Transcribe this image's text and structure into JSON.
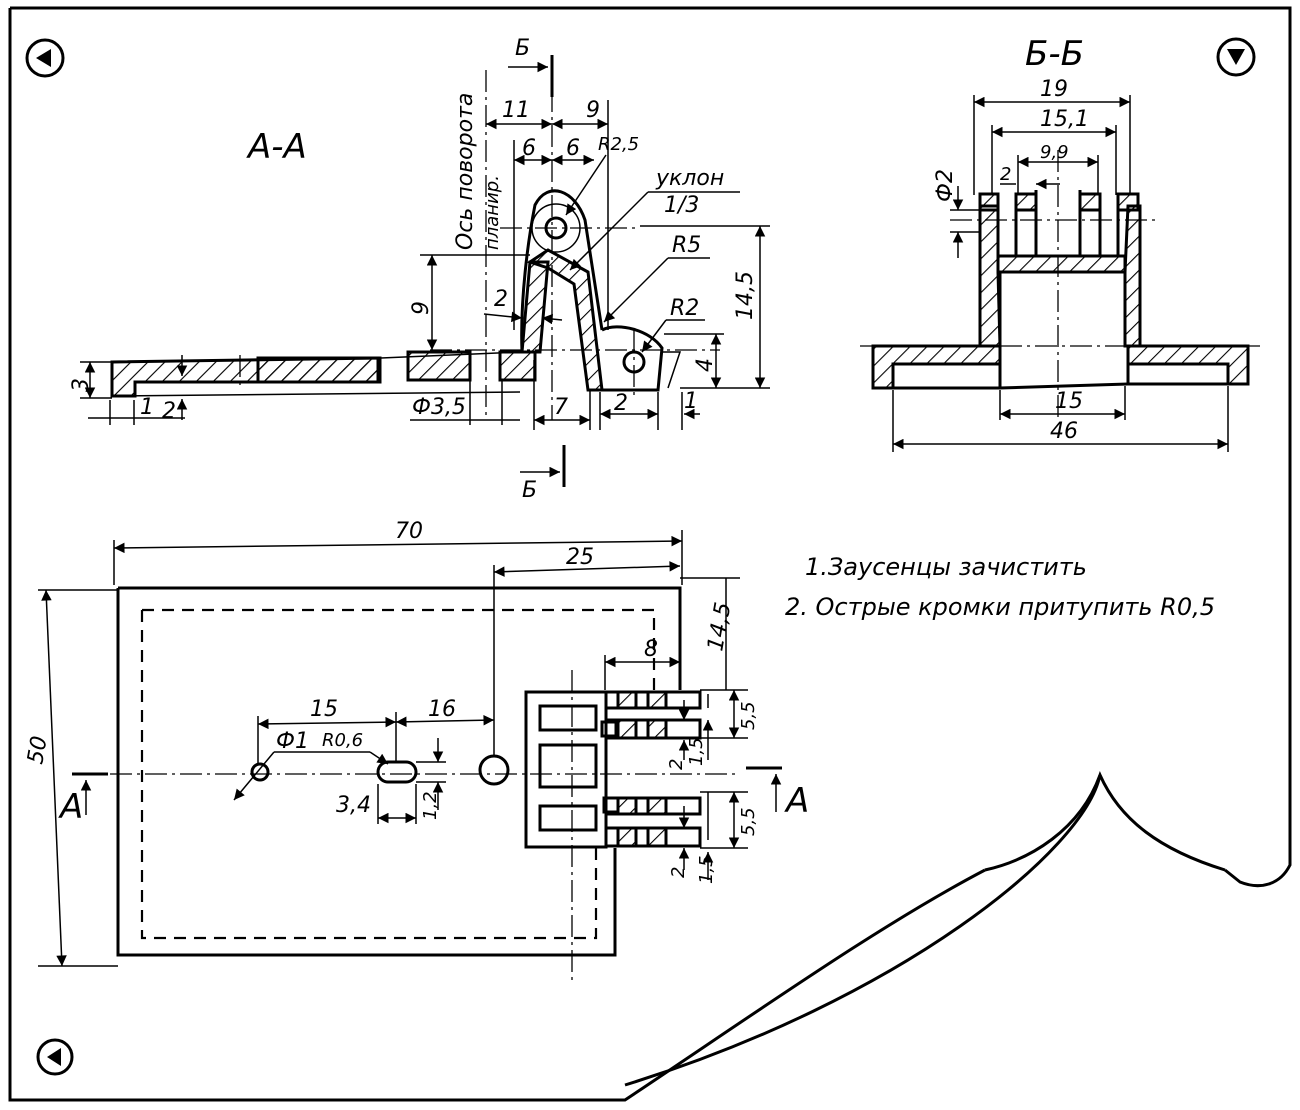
{
  "sections": {
    "aa": {
      "title": "А-А"
    },
    "bb": {
      "title": "Б-Б"
    }
  },
  "labels": {
    "axis_note_1": "Ось поворота",
    "axis_note_2": "планир.",
    "slope_word": "уклон",
    "slope_value": "1/3",
    "cut_b_top": "Б",
    "cut_b_bottom": "Б",
    "cut_a_left": "А",
    "cut_a_right": "А"
  },
  "dims_aa": {
    "d11": "11",
    "d9_top": "9",
    "d6a": "6",
    "d6b": "6",
    "r25": "R2,5",
    "r5": "R5",
    "r2": "R2",
    "d9_left": "9",
    "d2_mid": "2",
    "d145": "14,5",
    "d4": "4",
    "d3": "3",
    "d1_left": "1",
    "d2_left": "2",
    "phi35": "Ф3,5",
    "d7": "7",
    "d2_bot": "2",
    "d1_right": "1"
  },
  "dims_bb": {
    "d19": "19",
    "d151": "15,1",
    "d99": "9,9",
    "d2": "2",
    "phi2": "Ф2",
    "d15": "15",
    "d46": "46"
  },
  "dims_plan": {
    "d70": "70",
    "d25": "25",
    "d145": "14,5",
    "d8": "8",
    "d50": "50",
    "d15": "15",
    "d16": "16",
    "phi1": "Ф1",
    "r06": "R0,6",
    "d34": "3,4",
    "d12": "1,2",
    "d55a": "5,5",
    "d15a": "1,5",
    "d2a": "2",
    "d55b": "5,5",
    "d15b": "1,5",
    "d2b": "2"
  },
  "notes": {
    "n1": "1.Заусенцы зачистить",
    "n2": "2. Острые кромки притупить R0,5"
  }
}
